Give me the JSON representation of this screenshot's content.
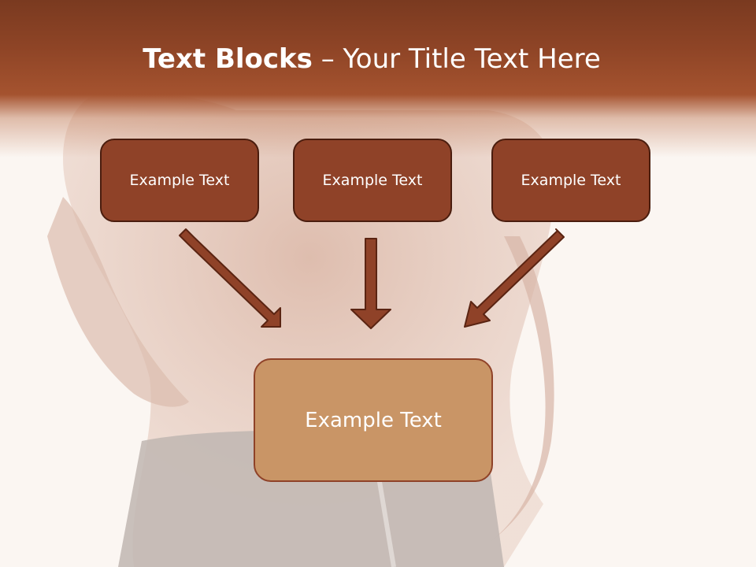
{
  "slide": {
    "title_bold": "Text Blocks",
    "title_dash": " – ",
    "title_rest": "Your Title Text Here",
    "top_boxes": [
      {
        "label": "Example Text"
      },
      {
        "label": "Example Text"
      },
      {
        "label": "Example Text"
      }
    ],
    "bottom_box": {
      "label": "Example Text"
    }
  },
  "colors": {
    "title_bar": "#8e4426",
    "top_box_fill": "#8f4228",
    "top_box_border": "#4a1d0e",
    "bottom_box_fill": "#c99566",
    "bottom_box_border": "#8f4228",
    "arrow_fill": "#8f4228",
    "arrow_stroke": "#5a2412",
    "background": "#fbf6f2"
  },
  "icons": {
    "arrows": [
      "arrow-down-right-icon",
      "arrow-down-icon",
      "arrow-down-left-icon"
    ]
  }
}
